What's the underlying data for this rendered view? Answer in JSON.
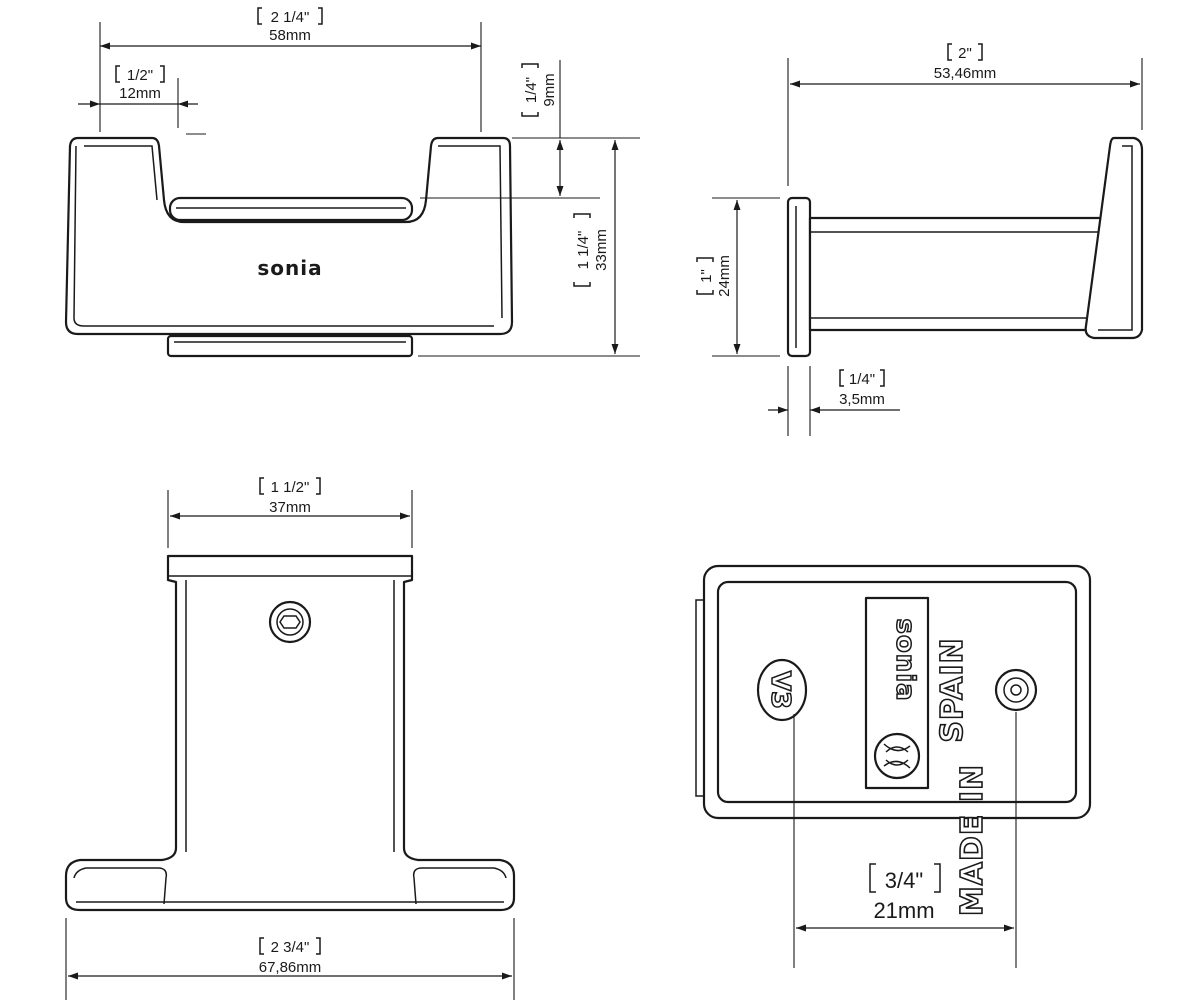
{
  "drawing": {
    "front_view": {
      "brand": "sonia",
      "dim_total_width": {
        "inch": "2 1/4\"",
        "mm": "58mm"
      },
      "dim_arm_width": {
        "inch": "1/2\"",
        "mm": "12mm"
      },
      "dim_notch_depth": {
        "inch": "1/4\"",
        "mm": "9mm"
      },
      "dim_height": {
        "inch": "1 1/4\"",
        "mm": "33mm"
      }
    },
    "side_view": {
      "dim_depth": {
        "inch": "2\"",
        "mm": "53,46mm"
      },
      "dim_base_height": {
        "inch": "1\"",
        "mm": "24mm"
      },
      "dim_base_thickness": {
        "inch": "1/4\"",
        "mm": "3,5mm"
      }
    },
    "top_view": {
      "dim_stem_width": {
        "inch": "1 1/2\"",
        "mm": "37mm"
      },
      "dim_total_width": {
        "inch": "2 3/4\"",
        "mm": "67,86mm"
      }
    },
    "back_view": {
      "stamp_line1": "MADE IN",
      "stamp_brand": "sonia",
      "stamp_line2": "SPAIN",
      "stamp_version": "V3",
      "dim_hole_spacing": {
        "inch": "3/4\"",
        "mm": "21mm"
      }
    }
  }
}
